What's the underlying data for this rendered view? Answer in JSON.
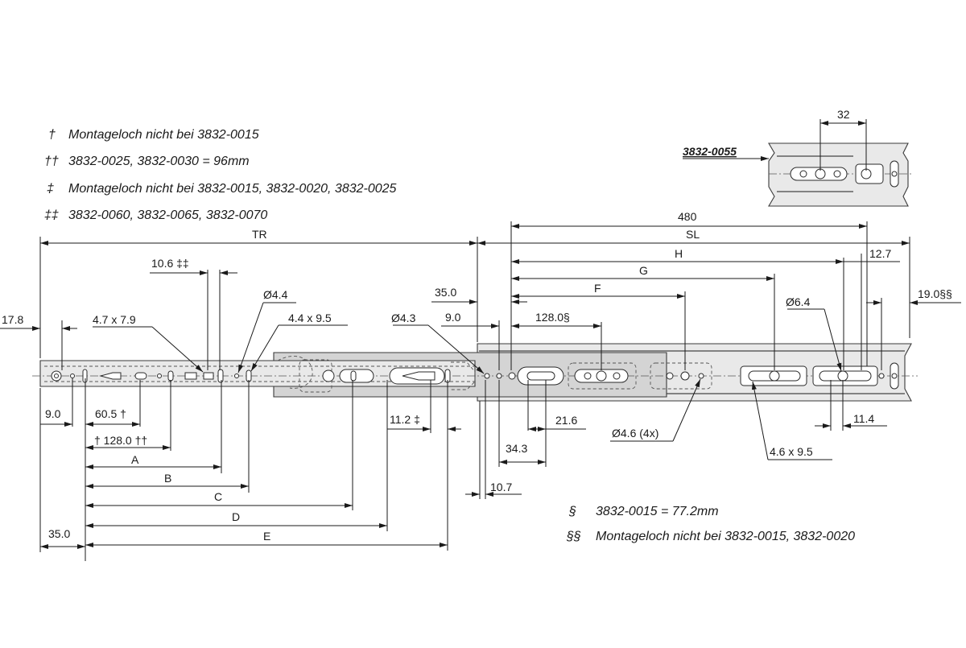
{
  "notes": {
    "n1": {
      "sym": "†",
      "text": "Montageloch nicht bei 3832-0015"
    },
    "n2": {
      "sym": "††",
      "text": "3832-0025, 3832-0030 = 96mm"
    },
    "n3": {
      "sym": "‡",
      "text": "Montageloch nicht bei 3832-0015, 3832-0020, 3832-0025"
    },
    "n4": {
      "sym": "‡‡",
      "text": "3832-0060, 3832-0065, 3832-0070"
    },
    "n5": {
      "sym": "§",
      "text": "3832-0015 = 77.2mm"
    },
    "n6": {
      "sym": "§§",
      "text": "Montageloch nicht bei 3832-0015, 3832-0020"
    }
  },
  "detail": {
    "label": "3832-0055",
    "dim": "32"
  },
  "dims": {
    "tr": "TR",
    "sl": "SL",
    "d480": "480",
    "h": "H",
    "g": "G",
    "f": "F",
    "d12_7": "12.7",
    "d19_0": "19.0§§",
    "d6_4": "Ø6.4",
    "d128s": "128.0§",
    "d9_0top": "9.0",
    "d35_0top": "35.0",
    "d4_3": "Ø4.3",
    "d4_4": "Ø4.4",
    "d4_4x9_5": "4.4 x 9.5",
    "d10_6": "10.6 ‡‡",
    "d4_7x7_9": "4.7 x 7.9",
    "d17_8": "17.8",
    "d9_0bot": "9.0",
    "d60_5": "60.5 †",
    "d128t": "† 128.0 ††",
    "a": "A",
    "b": "B",
    "c": "C",
    "d": "D",
    "e": "E",
    "d35_0bot": "35.0",
    "d11_2": "11.2 ‡",
    "d10_7": "10.7",
    "d34_3": "34.3",
    "d21_6": "21.6",
    "d4_6x4": "Ø4.6 (4x)",
    "d4_6x9_5": "4.6 x 9.5",
    "d11_4": "11.4"
  }
}
